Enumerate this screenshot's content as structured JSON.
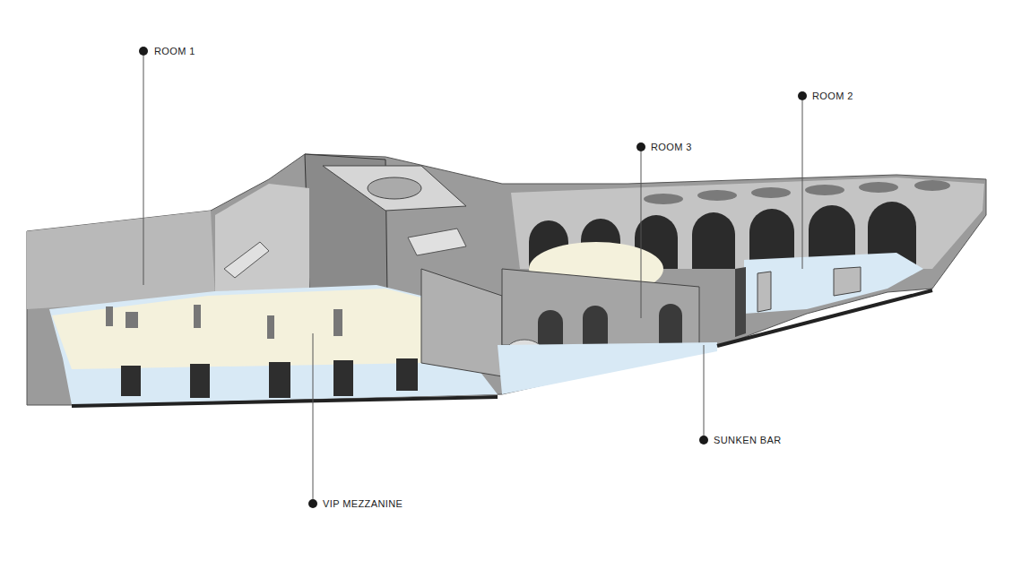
{
  "diagram": {
    "labels": [
      "ROOM 1",
      "ROOM 3",
      "ROOM 2",
      "SUNKEN BAR",
      "VIP MEZZANINE"
    ]
  }
}
